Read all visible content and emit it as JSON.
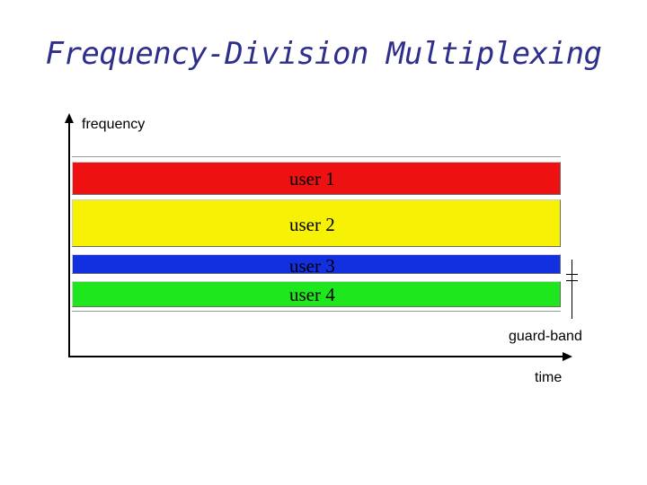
{
  "title": "Frequency-Division Multiplexing",
  "axes": {
    "y_label": "frequency",
    "x_label": "time"
  },
  "guard_band_label": "guard-band",
  "bands": [
    {
      "label": "user 1",
      "color": "#ee1111"
    },
    {
      "label": "user 2",
      "color": "#f7f205"
    },
    {
      "label": "user 3",
      "color": "#1330e0"
    },
    {
      "label": "user 4",
      "color": "#1ee71e"
    }
  ],
  "colors": {
    "title": "#2e2e8c",
    "axis": "#000000"
  }
}
